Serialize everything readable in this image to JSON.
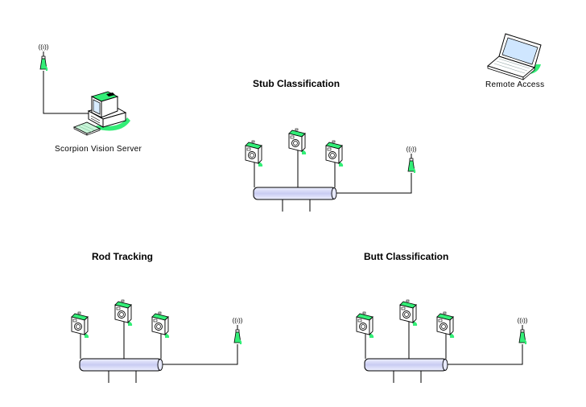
{
  "diagram": {
    "server": {
      "label": "Scorpion Vision Server"
    },
    "remote": {
      "label": "Remote Access"
    },
    "stations": [
      {
        "id": "stub",
        "title": "Stub Classification",
        "cameras": 3,
        "antenna": true
      },
      {
        "id": "rod",
        "title": "Rod Tracking",
        "cameras": 3,
        "antenna": true
      },
      {
        "id": "butt",
        "title": "Butt Classification",
        "cameras": 3,
        "antenna": true
      }
    ]
  },
  "colors": {
    "accent_green": "#33ee77",
    "bus_fill": "#d4d6f6",
    "bus_highlight": "#f4f4ff",
    "screen": "#d8ecff",
    "line": "#000000"
  }
}
